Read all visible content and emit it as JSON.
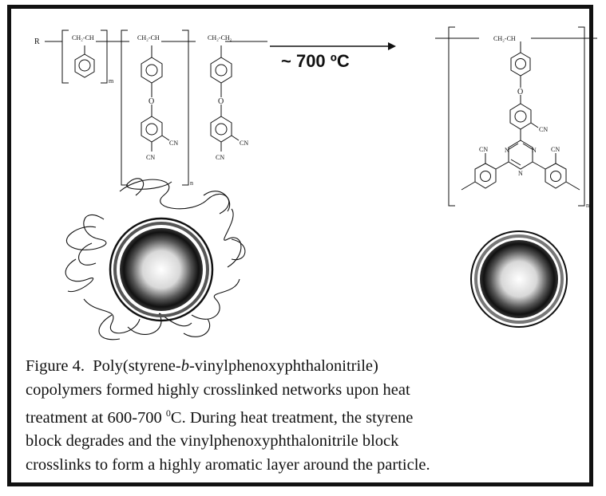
{
  "scheme": {
    "left_polymer": {
      "end_group": "R",
      "ch2_ch": "CH₂-CH",
      "ch2_ch_2": "CH₂-CH",
      "ch2_ch2": "CH₂-CH₂",
      "subscript_m": "m",
      "subscript_n": "n",
      "ether_o": "O",
      "ether_o_2": "O",
      "cn_labels": [
        "CN",
        "CN",
        "CN",
        "CN"
      ]
    },
    "arrow_label": "~ 700 ºC",
    "right_polymer": {
      "ch2_ch": "CH₂-CH",
      "ether_o": "O",
      "cn_labels": [
        "CN",
        "CN",
        "CN"
      ],
      "triazine_n": [
        "N",
        "N",
        "N"
      ],
      "subscript_n": "n"
    }
  },
  "caption": {
    "figure_label": "Figure 4.",
    "line1_pre": "Poly(styrene-",
    "line1_italic": "b",
    "line1_post": "-vinylphenoxyphthalonitrile)",
    "line2": "copolymers formed highly crosslinked networks upon heat",
    "line3_pre": "treatment at 600-700 ",
    "line3_sup": "0",
    "line3_post": "C.  During heat treatment, the styrene",
    "line4": "block degrades and the vinylphenoxyphthalonitrile block",
    "line5": "crosslinks to form a highly aromatic layer around the particle."
  }
}
